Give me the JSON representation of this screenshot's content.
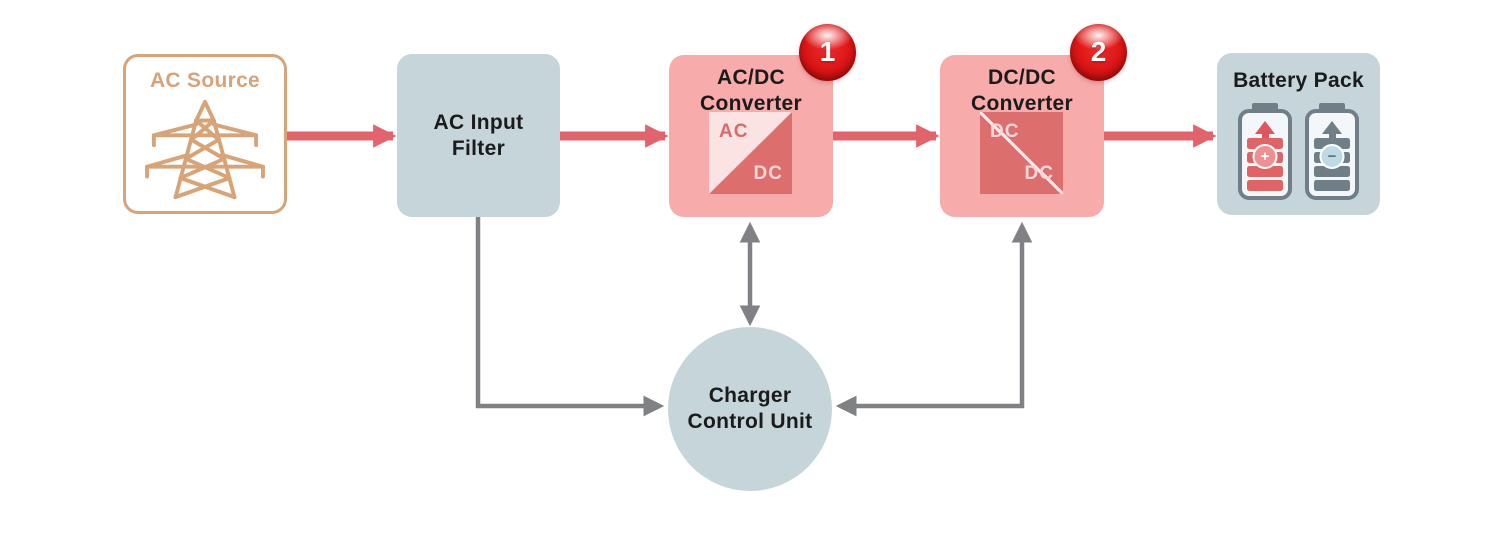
{
  "diagram": {
    "type": "block-diagram",
    "subject": "EV battery charger power conversion chain",
    "nodes": {
      "ac_source": {
        "label": "AC Source",
        "icon": "transmission-tower-icon"
      },
      "ac_input_filter": {
        "label_line1": "AC Input",
        "label_line2": "Filter"
      },
      "acdc_converter": {
        "label_line1": "AC/DC",
        "label_line2": "Converter",
        "badge": "1",
        "symbol_top": "AC",
        "symbol_bottom": "DC"
      },
      "dcdc_converter": {
        "label_line1": "DC/DC",
        "label_line2": "Converter",
        "badge": "2",
        "symbol_top": "DC",
        "symbol_bottom": "DC"
      },
      "battery_pack": {
        "label": "Battery Pack",
        "cell_positive_sign": "+",
        "cell_negative_sign": "−"
      },
      "charger_control_unit": {
        "label_line1": "Charger",
        "label_line2": "Control Unit"
      }
    },
    "flow": [
      "AC Source → AC Input Filter",
      "AC Input Filter → AC/DC Converter",
      "AC/DC Converter → DC/DC Converter",
      "DC/DC Converter → Battery Pack",
      "AC Input Filter → Charger Control Unit",
      "AC/DC Converter ↔ Charger Control Unit",
      "DC/DC Converter ↔ Charger Control Unit"
    ],
    "colors": {
      "power_arrow_red": "#e2636b",
      "pink_box": "#f8abab",
      "pink_light_triangle": "#fae3e2",
      "red_dark_triangle": "#dd6e6e",
      "blue_gray_box": "#c5d5da",
      "tan_outline": "#d8a377",
      "connector_gray": "#808184",
      "badge_red": "#dc1616",
      "battery_slate": "#6f7e87",
      "text_dark": "#1b1b1b"
    }
  }
}
